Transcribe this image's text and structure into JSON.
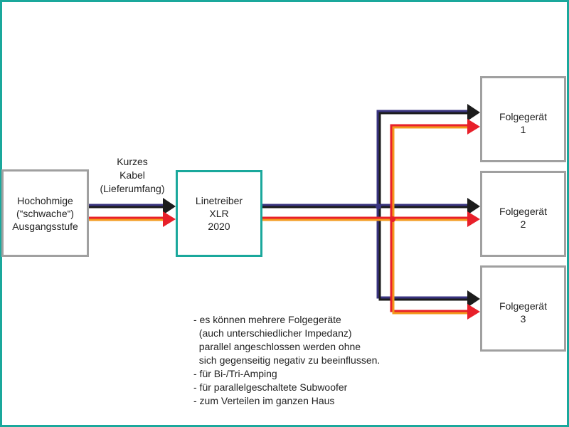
{
  "colors": {
    "frame": "#1aa89c",
    "box_border": "#a0a0a0",
    "line_dark": "#1c1c1c",
    "line_navy": "#3a3480",
    "line_red": "#e8202a",
    "line_orange": "#f39a1e"
  },
  "source": {
    "label": "Hochohmige\n(“schwache“)\nAusgangsstufe"
  },
  "cable": {
    "label": "Kurzes\nKabel\n(Lieferumfang)"
  },
  "driver": {
    "label": "Linetreiber\nXLR\n2020"
  },
  "devices": [
    {
      "label": "Folgegerät\n1"
    },
    {
      "label": "Folgegerät\n2"
    },
    {
      "label": "Folgegerät\n3"
    }
  ],
  "notes": [
    "- es können mehrere Folgegeräte",
    "  (auch unterschiedlicher Impedanz)",
    "  parallel angeschlossen werden ohne",
    "  sich gegenseitig negativ zu beeinflussen.",
    "- für Bi-/Tri-Amping",
    "- für parallelgeschaltete Subwoofer",
    "- zum Verteilen im ganzen Haus"
  ]
}
